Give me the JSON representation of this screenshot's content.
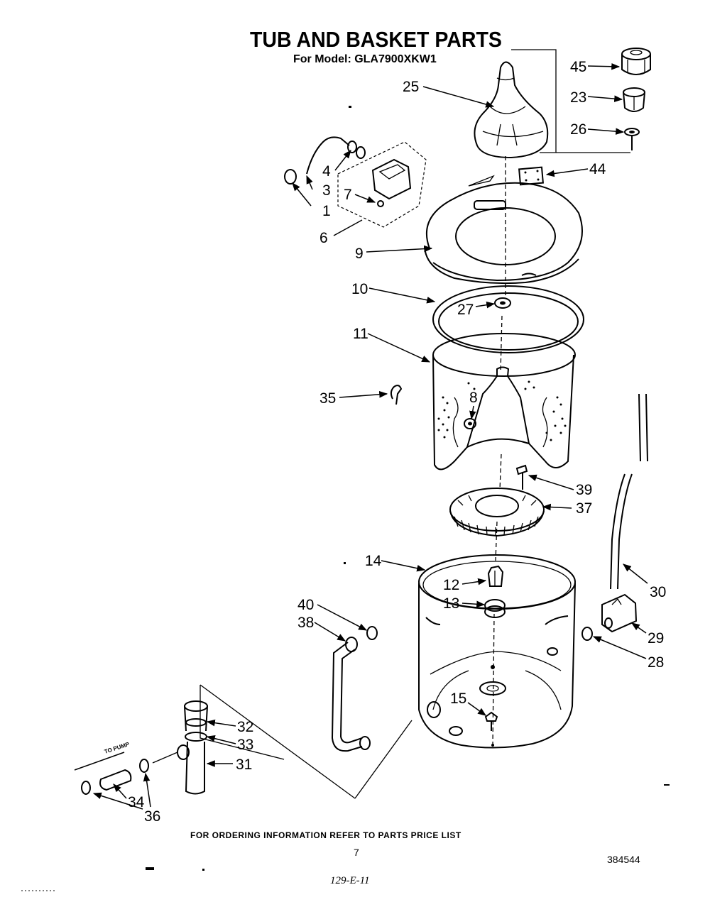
{
  "title": "TUB AND BASKET PARTS",
  "model_line": "For Model: GLA7900XKW1",
  "footer_note": "FOR ORDERING INFORMATION REFER TO PARTS PRICE LIST",
  "page_number": "7",
  "document_number": "384544",
  "handwritten_code": "129-E-11",
  "to_pump_label": "TO PUMP",
  "part_labels": {
    "p1": "1",
    "p3": "3",
    "p4": "4",
    "p6": "6",
    "p7": "7",
    "p8": "8",
    "p9": "9",
    "p10": "10",
    "p11": "11",
    "p12": "12",
    "p13": "13",
    "p14": "14",
    "p15": "15",
    "p23": "23",
    "p25": "25",
    "p26": "26",
    "p27": "27",
    "p28": "28",
    "p29": "29",
    "p30": "30",
    "p31": "31",
    "p32": "32",
    "p33": "33",
    "p34": "34",
    "p35": "35",
    "p36": "36",
    "p37": "37",
    "p38": "38",
    "p39": "39",
    "p40": "40",
    "p44": "44",
    "p45": "45"
  }
}
